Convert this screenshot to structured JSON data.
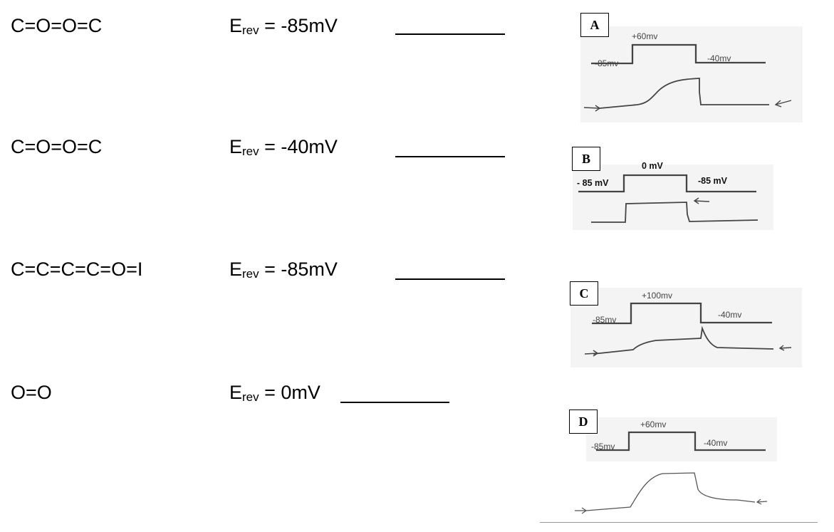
{
  "rows": [
    {
      "formula": "C=O=O=C",
      "erev_prefix": "E",
      "erev_sub": "rev",
      "erev_value": " = -85mV"
    },
    {
      "formula": "C=O=O=C",
      "erev_prefix": "E",
      "erev_sub": "rev",
      "erev_value": " = -40mV"
    },
    {
      "formula": "C=C=C=C=O=I",
      "erev_prefix": "E",
      "erev_sub": "rev",
      "erev_value": " = -85mV"
    },
    {
      "formula": "O=O",
      "erev_prefix": "E",
      "erev_sub": "rev",
      "erev_value": " = 0mV"
    }
  ],
  "panels": [
    {
      "letter": "A",
      "labels": {
        "hold": "-85mv",
        "step": "+60mv",
        "after": "-40mv"
      }
    },
    {
      "letter": "B",
      "labels": {
        "hold": "- 85 mV",
        "step": "0 mV",
        "after": "-85 mV"
      }
    },
    {
      "letter": "C",
      "labels": {
        "hold": "-85mv",
        "step": "+100mv",
        "after": "-40mv"
      }
    },
    {
      "letter": "D",
      "labels": {
        "hold": "-85mv",
        "step": "+60mv",
        "after": "-40mv"
      }
    }
  ]
}
